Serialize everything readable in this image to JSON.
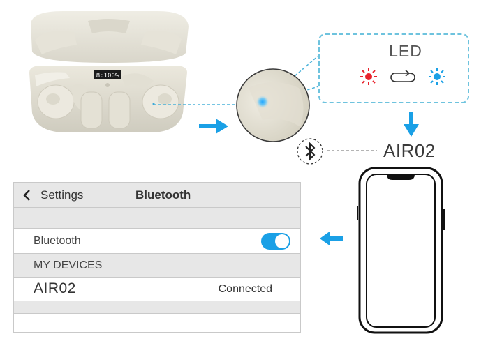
{
  "led_callout": {
    "title": "LED",
    "indicators": [
      "red-led",
      "loop-arrow",
      "blue-led"
    ]
  },
  "device_label": "AIR02",
  "settings_panel": {
    "back_label": "Settings",
    "title": "Bluetooth",
    "bluetooth_row_label": "Bluetooth",
    "bluetooth_toggle": "on",
    "section_header": "MY DEVICES",
    "device_name": "AIR02",
    "device_status": "Connected"
  },
  "colors": {
    "accent_blue": "#1aa0e6",
    "led_red": "#e8222b",
    "led_blue": "#1aa0e6",
    "dashed_line": "#6ec3de",
    "panel_gray": "#e7e7e7"
  },
  "icons": [
    "bluetooth-icon",
    "chevron-left-icon",
    "arrow-right-icon",
    "arrow-down-icon",
    "arrow-left-icon",
    "phone-icon"
  ]
}
